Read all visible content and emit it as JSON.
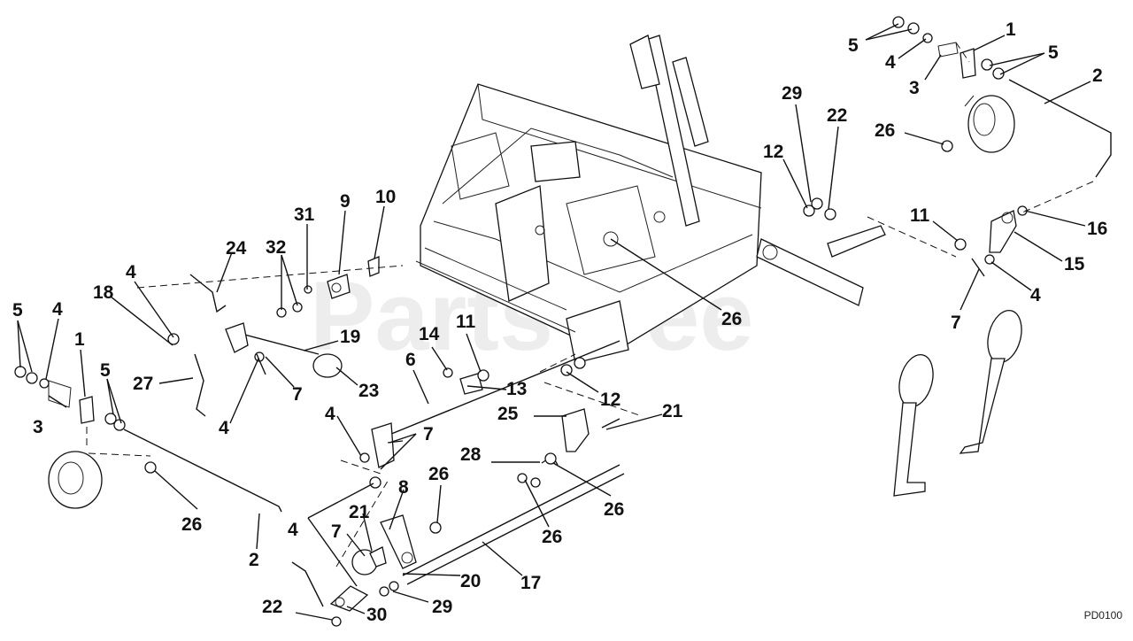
{
  "diagram": {
    "watermark": "PartsTree",
    "drawing_code": "PD0100",
    "callouts": [
      {
        "id": "c5a",
        "label": "5"
      },
      {
        "id": "c4a",
        "label": "4"
      },
      {
        "id": "c1a",
        "label": "1"
      },
      {
        "id": "c5b",
        "label": "5"
      },
      {
        "id": "c2a",
        "label": "2"
      },
      {
        "id": "c3a",
        "label": "3"
      },
      {
        "id": "c29a",
        "label": "29"
      },
      {
        "id": "c22a",
        "label": "22"
      },
      {
        "id": "c26a",
        "label": "26"
      },
      {
        "id": "c12a",
        "label": "12"
      },
      {
        "id": "c11a",
        "label": "11"
      },
      {
        "id": "c16",
        "label": "16"
      },
      {
        "id": "c15",
        "label": "15"
      },
      {
        "id": "c4b",
        "label": "4"
      },
      {
        "id": "c7a",
        "label": "7"
      },
      {
        "id": "c31",
        "label": "31"
      },
      {
        "id": "c9",
        "label": "9"
      },
      {
        "id": "c10",
        "label": "10"
      },
      {
        "id": "c24",
        "label": "24"
      },
      {
        "id": "c32",
        "label": "32"
      },
      {
        "id": "c26b",
        "label": "26"
      },
      {
        "id": "c4c",
        "label": "4"
      },
      {
        "id": "c18",
        "label": "18"
      },
      {
        "id": "c5c",
        "label": "5"
      },
      {
        "id": "c4d",
        "label": "4"
      },
      {
        "id": "c1b",
        "label": "1"
      },
      {
        "id": "c19",
        "label": "19"
      },
      {
        "id": "c27",
        "label": "27"
      },
      {
        "id": "c7b",
        "label": "7"
      },
      {
        "id": "c23",
        "label": "23"
      },
      {
        "id": "c14",
        "label": "14"
      },
      {
        "id": "c11b",
        "label": "11"
      },
      {
        "id": "c6",
        "label": "6"
      },
      {
        "id": "c13",
        "label": "13"
      },
      {
        "id": "c12b",
        "label": "12"
      },
      {
        "id": "c4e",
        "label": "4"
      },
      {
        "id": "c3b",
        "label": "3"
      },
      {
        "id": "c5d",
        "label": "5"
      },
      {
        "id": "c25",
        "label": "25"
      },
      {
        "id": "c21a",
        "label": "21"
      },
      {
        "id": "c4f",
        "label": "4"
      },
      {
        "id": "c7c",
        "label": "7"
      },
      {
        "id": "c28",
        "label": "28"
      },
      {
        "id": "c26c",
        "label": "26"
      },
      {
        "id": "c26d",
        "label": "26"
      },
      {
        "id": "c26e",
        "label": "26"
      },
      {
        "id": "c8",
        "label": "8"
      },
      {
        "id": "c26f",
        "label": "26"
      },
      {
        "id": "c2b",
        "label": "2"
      },
      {
        "id": "c4g",
        "label": "4"
      },
      {
        "id": "c7d",
        "label": "7"
      },
      {
        "id": "c21b",
        "label": "21"
      },
      {
        "id": "c20",
        "label": "20"
      },
      {
        "id": "c17",
        "label": "17"
      },
      {
        "id": "c22b",
        "label": "22"
      },
      {
        "id": "c30",
        "label": "30"
      },
      {
        "id": "c29b",
        "label": "29"
      }
    ]
  }
}
